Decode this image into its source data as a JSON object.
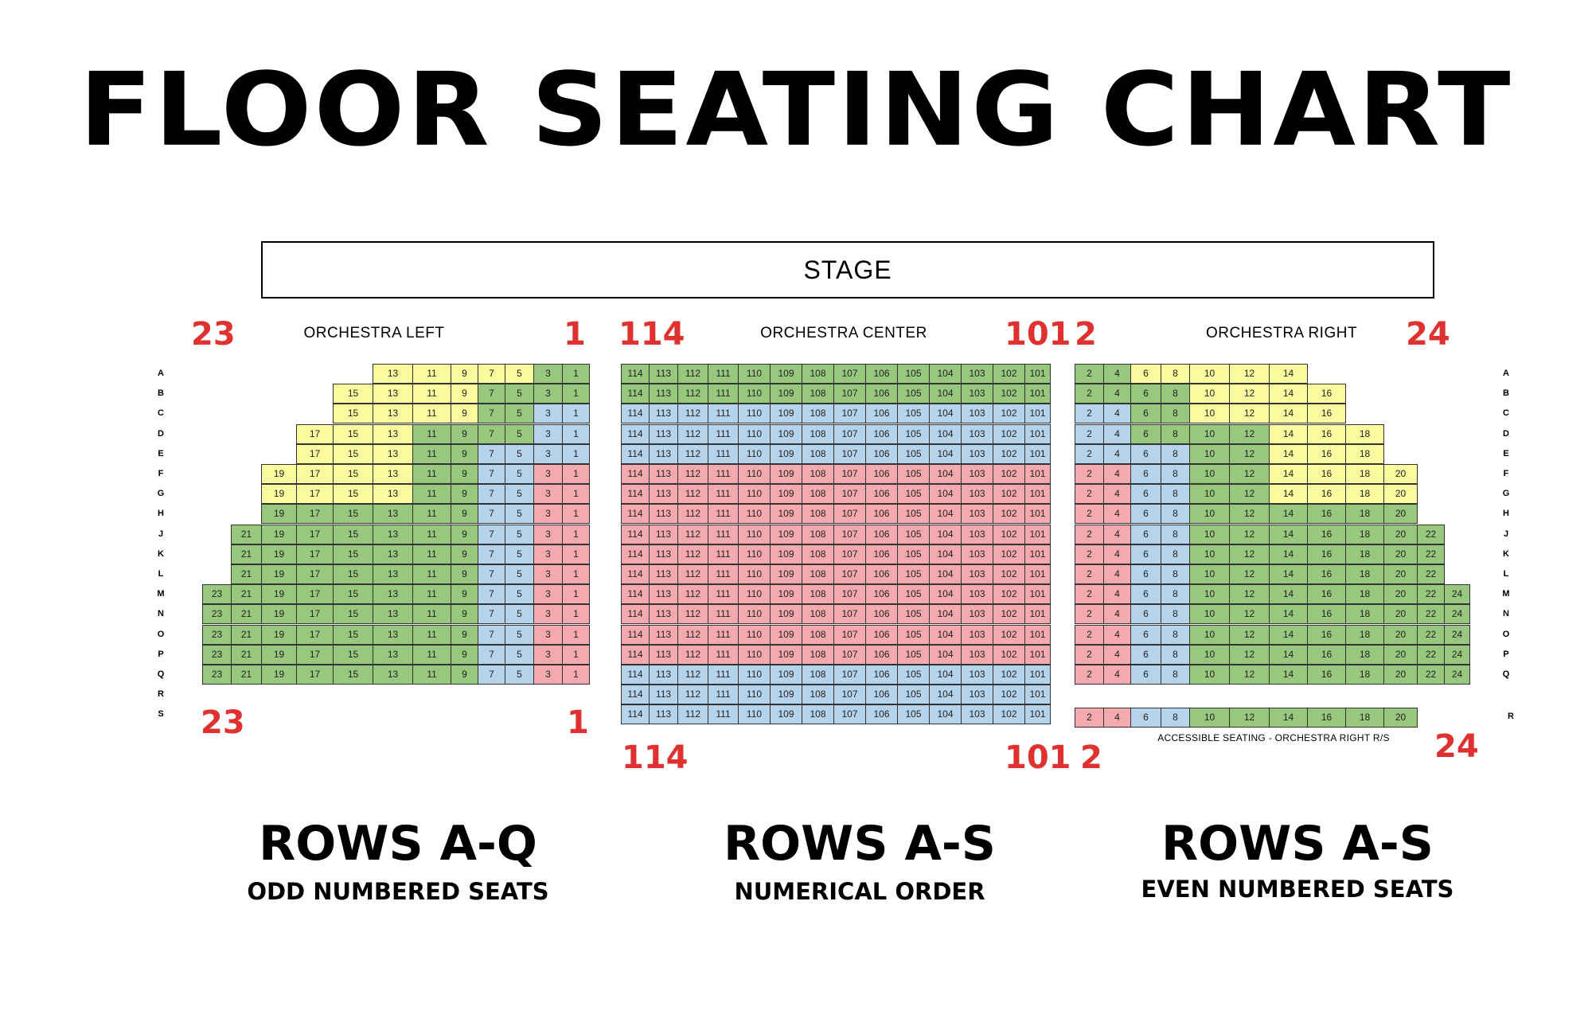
{
  "title": "FLOOR SEATING CHART",
  "stage_label": "STAGE",
  "sections": {
    "left": {
      "label": "ORCHESTRA LEFT",
      "num_top_left": "23",
      "num_top_right": "1",
      "num_bottom_left": "23",
      "num_bottom_right": "1"
    },
    "center": {
      "label": "ORCHESTRA CENTER",
      "num_top_left": "114",
      "num_top_right": "101",
      "num_bottom_left": "114",
      "num_bottom_right": "101"
    },
    "right": {
      "label": "ORCHESTRA RIGHT",
      "num_top_left": "2",
      "num_top_right": "24",
      "num_bottom_left": "2",
      "num_bottom_right": "24"
    }
  },
  "row_letters_left": [
    "A",
    "B",
    "C",
    "D",
    "E",
    "F",
    "G",
    "H",
    "J",
    "K",
    "L",
    "M",
    "N",
    "O",
    "P",
    "Q",
    "R",
    "S"
  ],
  "row_letters_right": [
    "A",
    "B",
    "C",
    "D",
    "E",
    "F",
    "G",
    "H",
    "J",
    "K",
    "L",
    "M",
    "N",
    "O",
    "P",
    "Q"
  ],
  "row_letter_right_extra": "R",
  "accessible_label": "ACCESSIBLE SEATING - ORCHESTRA RIGHT R/S",
  "footer": {
    "left": {
      "title": "ROWS A-Q",
      "subtitle": "ODD NUMBERED SEATS"
    },
    "center": {
      "title": "ROWS A-S",
      "subtitle": "NUMERICAL ORDER"
    },
    "right": {
      "title": "ROWS A-S",
      "subtitle": "EVEN NUMBERED SEATS"
    }
  },
  "colors": {
    "yellow": "#fafa9e",
    "green": "#98c77e",
    "blue": "#b6d3ec",
    "pink": "#f3a9ad",
    "accent_red": "#e03131"
  },
  "seats_left": [
    {
      "row": "A",
      "seats": [
        "13",
        "11",
        "9",
        "7",
        "5",
        "3",
        "1"
      ],
      "colors": "yyyyygg"
    },
    {
      "row": "B",
      "seats": [
        "15",
        "13",
        "11",
        "9",
        "7",
        "5",
        "3",
        "1"
      ],
      "colors": "yyyygggg"
    },
    {
      "row": "C",
      "seats": [
        "15",
        "13",
        "11",
        "9",
        "7",
        "5",
        "3",
        "1"
      ],
      "colors": "yyyyggbb"
    },
    {
      "row": "D",
      "seats": [
        "17",
        "15",
        "13",
        "11",
        "9",
        "7",
        "5",
        "3",
        "1"
      ],
      "colors": "yyyggggbb"
    },
    {
      "row": "E",
      "seats": [
        "17",
        "15",
        "13",
        "11",
        "9",
        "7",
        "5",
        "3",
        "1"
      ],
      "colors": "yyyggbbbb"
    },
    {
      "row": "F",
      "seats": [
        "19",
        "17",
        "15",
        "13",
        "11",
        "9",
        "7",
        "5",
        "3",
        "1"
      ],
      "colors": "yyyyggbbpp"
    },
    {
      "row": "G",
      "seats": [
        "19",
        "17",
        "15",
        "13",
        "11",
        "9",
        "7",
        "5",
        "3",
        "1"
      ],
      "colors": "yyyyggbbpp"
    },
    {
      "row": "H",
      "seats": [
        "19",
        "17",
        "15",
        "13",
        "11",
        "9",
        "7",
        "5",
        "3",
        "1"
      ],
      "colors": "ggggggbbpp"
    },
    {
      "row": "J",
      "seats": [
        "21",
        "19",
        "17",
        "15",
        "13",
        "11",
        "9",
        "7",
        "5",
        "3",
        "1"
      ],
      "colors": "gggggggbbpp"
    },
    {
      "row": "K",
      "seats": [
        "21",
        "19",
        "17",
        "15",
        "13",
        "11",
        "9",
        "7",
        "5",
        "3",
        "1"
      ],
      "colors": "gggggggbbpp"
    },
    {
      "row": "L",
      "seats": [
        "21",
        "19",
        "17",
        "15",
        "13",
        "11",
        "9",
        "7",
        "5",
        "3",
        "1"
      ],
      "colors": "gggggggbbpp"
    },
    {
      "row": "M",
      "seats": [
        "23",
        "21",
        "19",
        "17",
        "15",
        "13",
        "11",
        "9",
        "7",
        "5",
        "3",
        "1"
      ],
      "colors": "ggggggggbbpp"
    },
    {
      "row": "N",
      "seats": [
        "23",
        "21",
        "19",
        "17",
        "15",
        "13",
        "11",
        "9",
        "7",
        "5",
        "3",
        "1"
      ],
      "colors": "ggggggggbbpp"
    },
    {
      "row": "O",
      "seats": [
        "23",
        "21",
        "19",
        "17",
        "15",
        "13",
        "11",
        "9",
        "7",
        "5",
        "3",
        "1"
      ],
      "colors": "ggggggggbbpp"
    },
    {
      "row": "P",
      "seats": [
        "23",
        "21",
        "19",
        "17",
        "15",
        "13",
        "11",
        "9",
        "7",
        "5",
        "3",
        "1"
      ],
      "colors": "ggggggggbbpp"
    },
    {
      "row": "Q",
      "seats": [
        "23",
        "21",
        "19",
        "17",
        "15",
        "13",
        "11",
        "9",
        "7",
        "5",
        "3",
        "1"
      ],
      "colors": "ggggggggbbpp"
    }
  ],
  "seats_center_numbers": [
    "114",
    "113",
    "112",
    "111",
    "110",
    "109",
    "108",
    "107",
    "106",
    "105",
    "104",
    "103",
    "102",
    "101"
  ],
  "seats_center_rows": [
    {
      "row": "A",
      "color": "g"
    },
    {
      "row": "B",
      "color": "g"
    },
    {
      "row": "C",
      "color": "b"
    },
    {
      "row": "D",
      "color": "b"
    },
    {
      "row": "E",
      "color": "b"
    },
    {
      "row": "F",
      "color": "p"
    },
    {
      "row": "G",
      "color": "p"
    },
    {
      "row": "H",
      "color": "p"
    },
    {
      "row": "J",
      "color": "p"
    },
    {
      "row": "K",
      "color": "p"
    },
    {
      "row": "L",
      "color": "p"
    },
    {
      "row": "M",
      "color": "p"
    },
    {
      "row": "N",
      "color": "p"
    },
    {
      "row": "O",
      "color": "p"
    },
    {
      "row": "P",
      "color": "p"
    },
    {
      "row": "Q",
      "color": "b"
    },
    {
      "row": "R",
      "color": "b"
    },
    {
      "row": "S",
      "color": "b"
    }
  ],
  "seats_right": [
    {
      "row": "A",
      "seats": [
        "2",
        "4",
        "6",
        "8",
        "10",
        "12",
        "14"
      ],
      "colors": "ggyyyyy"
    },
    {
      "row": "B",
      "seats": [
        "2",
        "4",
        "6",
        "8",
        "10",
        "12",
        "14",
        "16"
      ],
      "colors": "ggggyyyy"
    },
    {
      "row": "C",
      "seats": [
        "2",
        "4",
        "6",
        "8",
        "10",
        "12",
        "14",
        "16"
      ],
      "colors": "bbggyyyy"
    },
    {
      "row": "D",
      "seats": [
        "2",
        "4",
        "6",
        "8",
        "10",
        "12",
        "14",
        "16",
        "18"
      ],
      "colors": "bbggggyyy"
    },
    {
      "row": "E",
      "seats": [
        "2",
        "4",
        "6",
        "8",
        "10",
        "12",
        "14",
        "16",
        "18"
      ],
      "colors": "bbbbggyyy"
    },
    {
      "row": "F",
      "seats": [
        "2",
        "4",
        "6",
        "8",
        "10",
        "12",
        "14",
        "16",
        "18",
        "20"
      ],
      "colors": "ppbbggyyyy"
    },
    {
      "row": "G",
      "seats": [
        "2",
        "4",
        "6",
        "8",
        "10",
        "12",
        "14",
        "16",
        "18",
        "20"
      ],
      "colors": "ppbbggyyyy"
    },
    {
      "row": "H",
      "seats": [
        "2",
        "4",
        "6",
        "8",
        "10",
        "12",
        "14",
        "16",
        "18",
        "20"
      ],
      "colors": "ppbbgggggg"
    },
    {
      "row": "J",
      "seats": [
        "2",
        "4",
        "6",
        "8",
        "10",
        "12",
        "14",
        "16",
        "18",
        "20",
        "22"
      ],
      "colors": "ppbbggggggg"
    },
    {
      "row": "K",
      "seats": [
        "2",
        "4",
        "6",
        "8",
        "10",
        "12",
        "14",
        "16",
        "18",
        "20",
        "22"
      ],
      "colors": "ppbbggggggg"
    },
    {
      "row": "L",
      "seats": [
        "2",
        "4",
        "6",
        "8",
        "10",
        "12",
        "14",
        "16",
        "18",
        "20",
        "22"
      ],
      "colors": "ppbbggggggg"
    },
    {
      "row": "M",
      "seats": [
        "2",
        "4",
        "6",
        "8",
        "10",
        "12",
        "14",
        "16",
        "18",
        "20",
        "22",
        "24"
      ],
      "colors": "ppbbgggggggg"
    },
    {
      "row": "N",
      "seats": [
        "2",
        "4",
        "6",
        "8",
        "10",
        "12",
        "14",
        "16",
        "18",
        "20",
        "22",
        "24"
      ],
      "colors": "ppbbgggggggg"
    },
    {
      "row": "O",
      "seats": [
        "2",
        "4",
        "6",
        "8",
        "10",
        "12",
        "14",
        "16",
        "18",
        "20",
        "22",
        "24"
      ],
      "colors": "ppbbgggggggg"
    },
    {
      "row": "P",
      "seats": [
        "2",
        "4",
        "6",
        "8",
        "10",
        "12",
        "14",
        "16",
        "18",
        "20",
        "22",
        "24"
      ],
      "colors": "ppbbgggggggg"
    },
    {
      "row": "Q",
      "seats": [
        "2",
        "4",
        "6",
        "8",
        "10",
        "12",
        "14",
        "16",
        "18",
        "20",
        "22",
        "24"
      ],
      "colors": "ppbbgggggggg"
    }
  ],
  "seats_right_accessible": {
    "row": "R",
    "seats": [
      "2",
      "4",
      "6",
      "8",
      "10",
      "12",
      "14",
      "16",
      "18",
      "20"
    ],
    "colors": "ppbbgggggg"
  }
}
